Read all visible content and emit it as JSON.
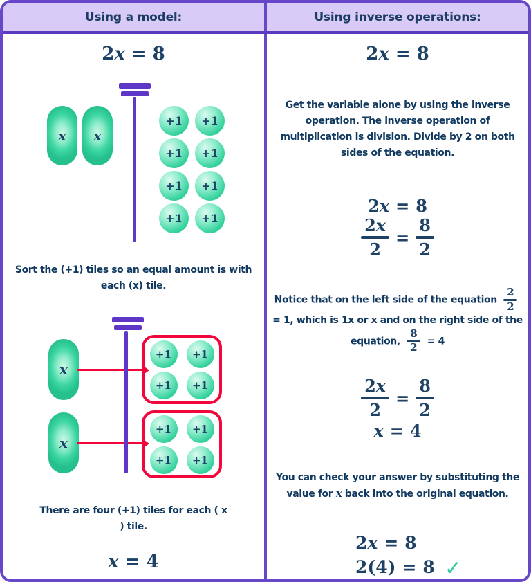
{
  "header": {
    "left_title": "Using a model:",
    "right_title": "Using inverse operations:"
  },
  "colors": {
    "border_purple": "#6647c8",
    "divider_purple": "#5b3bbf",
    "header_bg": "#d9cbf8",
    "header_text": "#1d3c63",
    "body_text": "#123a61",
    "math_text": "#1d4265",
    "tile_green": "#29c995",
    "tile_green_light": "#cdf6e6",
    "balance_purple": "#5e37c9",
    "arrow_red": "#f2073d",
    "check_green": "#38c9a2"
  },
  "labels": {
    "x_tile": "x",
    "plus_one": "+1",
    "check_icon": "✓"
  },
  "equations": {
    "two_x_eq_8": {
      "coef": "2",
      "var": "x",
      "sign": "=",
      "rhs": "8"
    },
    "x_eq_4": {
      "var": "x",
      "sign": "=",
      "rhs": "4"
    },
    "divide_both_sides": {
      "num_coef": "2",
      "num_var": "x",
      "den": "2",
      "sign": "=",
      "rhs_num": "8",
      "rhs_den": "2"
    },
    "substitution": {
      "lhs": "2(4)",
      "sign": "=",
      "rhs": "8"
    }
  },
  "left_column": {
    "sort_text": "Sort the (+1) tiles so an equal amount is with each (x) tile.",
    "result_text": "There are four (+1) tiles for each ( x ) tile."
  },
  "right_column": {
    "step1_text": "Get the variable alone by using the inverse operation. The inverse operation of multiplication is division. Divide by 2 on both sides of the equation.",
    "notice_text_before": "Notice that on the left side of the equation",
    "notice_frac1": {
      "num": "2",
      "den": "2"
    },
    "notice_text_mid": "= 1, which is 1x or x and on the right side of the equation,",
    "notice_frac2": {
      "num": "8",
      "den": "2"
    },
    "notice_text_after": "= 4",
    "check_text_before_var": "You can check your answer by substituting the value for",
    "check_var": "x",
    "check_text_after_var": "back into the original equation."
  }
}
